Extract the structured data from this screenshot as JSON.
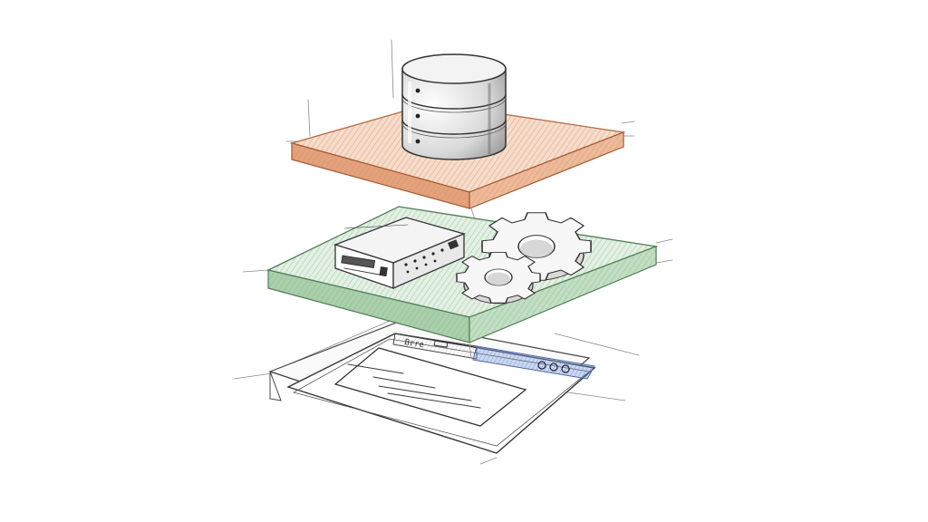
{
  "diagram": {
    "layers": [
      {
        "id": "data",
        "icon": "database-icon",
        "color": "#d08a62"
      },
      {
        "id": "logic",
        "icon": "server-icon",
        "secondary_icon": "gears-icon",
        "color": "#8fbf95"
      },
      {
        "id": "presentation",
        "icon": "browser-window-icon",
        "color": "#9aa8c8"
      }
    ],
    "window_header_text": "Brre",
    "window_header_accent": "#6f8fd0"
  }
}
